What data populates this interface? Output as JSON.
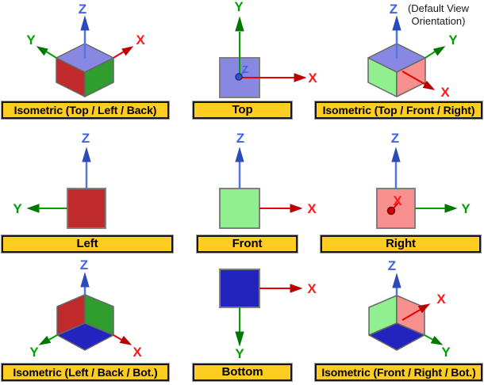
{
  "palette": {
    "face_top": "#8888E2",
    "face_red": "#C12A2A",
    "face_green": "#2F9E2F",
    "face_lgreen": "#90F090",
    "face_pink": "#F89090",
    "face_dblue": "#2323BE",
    "edge": "#676767",
    "square_edge": "#7F7F7F",
    "axis_x": "#E60000",
    "axis_x_head": "#BB0000",
    "axis_x_label": "#FF1A1A",
    "axis_y": "#00A000",
    "axis_y_head": "#007700",
    "axis_y_label": "#00A000",
    "axis_z": "#5576DE",
    "axis_z_head": "#2B4BB8",
    "axis_z_label": "#3E62E8",
    "dot_z": "#2F55C8",
    "dot_z_edge": "#1A2E80",
    "dot_x": "#CC0000",
    "dot_x_edge": "#7A0000",
    "bar_fill": "#FFCC22",
    "bar_border": "#161616",
    "bar_outer": "#9B9B9B",
    "bar_text": "#000000",
    "note_text": "#1A1A1A"
  },
  "axes": {
    "x": "X",
    "y": "Y",
    "z": "Z"
  },
  "note": {
    "line1": "(Default View",
    "line2": "Orientation)"
  },
  "cells": [
    {
      "label": "Isometric (Top / Left / Back)"
    },
    {
      "label": "Top"
    },
    {
      "label": "Isometric (Top / Front / Right)"
    },
    {
      "label": "Left"
    },
    {
      "label": "Front"
    },
    {
      "label": "Right"
    },
    {
      "label": "Isometric (Left / Back / Bot.)"
    },
    {
      "label": "Bottom"
    },
    {
      "label": "Isometric (Front / Right / Bot.)"
    }
  ]
}
